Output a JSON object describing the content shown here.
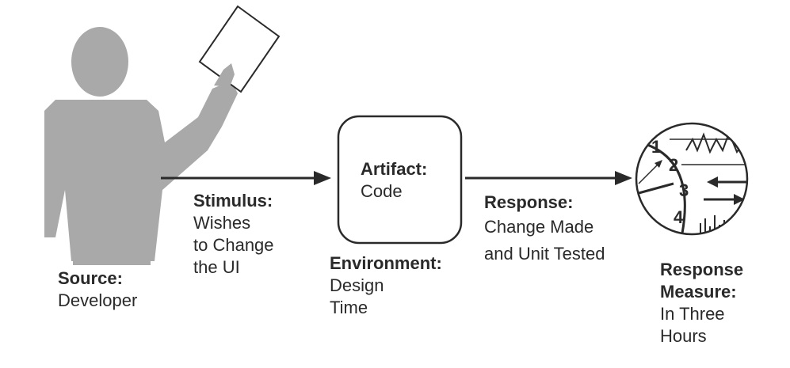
{
  "source": {
    "heading": "Source:",
    "body": "Developer"
  },
  "stimulus": {
    "heading": "Stimulus:",
    "body": "Wishes\nto Change\nthe UI"
  },
  "artifact": {
    "heading": "Artifact:",
    "body": "Code"
  },
  "environment": {
    "heading": "Environment:",
    "body": "Design\nTime"
  },
  "response": {
    "heading": "Response:",
    "body": "Change Made\nand Unit Tested"
  },
  "response_measure": {
    "heading": "Response\nMeasure:",
    "body": "In Three\nHours"
  },
  "gauge": {
    "numbers": [
      "1",
      "2",
      "3",
      "4"
    ]
  },
  "colors": {
    "figure_gray": "#a9a9a9",
    "line": "#2a2a2a"
  }
}
